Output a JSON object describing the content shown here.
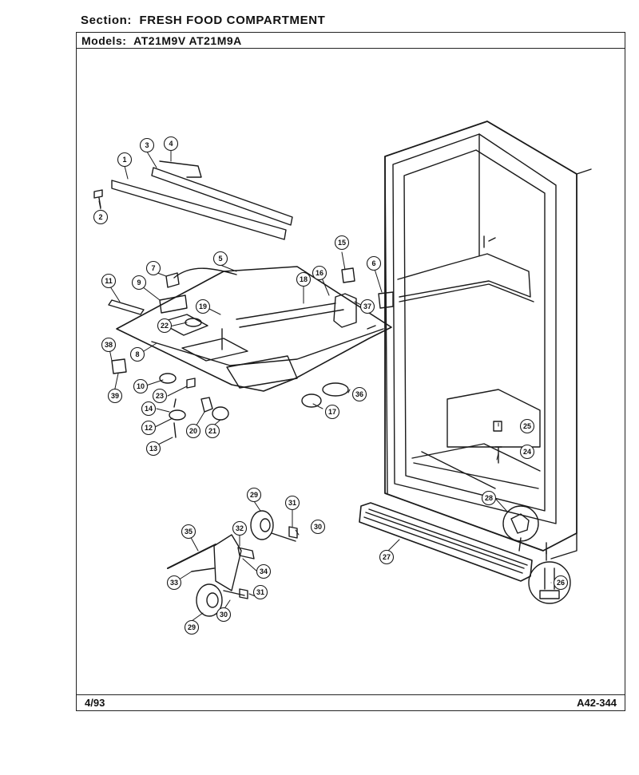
{
  "header": {
    "section_label": "Section:",
    "section_value": "FRESH FOOD COMPARTMENT",
    "models_label": "Models:",
    "models_value": "AT21M9V AT21M9A"
  },
  "footer": {
    "date": "4/93",
    "code": "A42-344"
  },
  "callouts": [
    {
      "id": "c1",
      "text": "1"
    },
    {
      "id": "c2",
      "text": "2"
    },
    {
      "id": "c3",
      "text": "3"
    },
    {
      "id": "c4",
      "text": "4"
    },
    {
      "id": "c5",
      "text": "5"
    },
    {
      "id": "c6",
      "text": "6"
    },
    {
      "id": "c7",
      "text": "7"
    },
    {
      "id": "c8",
      "text": "8"
    },
    {
      "id": "c9",
      "text": "9"
    },
    {
      "id": "c10",
      "text": "10"
    },
    {
      "id": "c11",
      "text": "11"
    },
    {
      "id": "c12",
      "text": "12"
    },
    {
      "id": "c13",
      "text": "13"
    },
    {
      "id": "c14",
      "text": "14"
    },
    {
      "id": "c15",
      "text": "15"
    },
    {
      "id": "c16",
      "text": "16"
    },
    {
      "id": "c17",
      "text": "17"
    },
    {
      "id": "c18",
      "text": "18"
    },
    {
      "id": "c19",
      "text": "19"
    },
    {
      "id": "c20",
      "text": "20"
    },
    {
      "id": "c21",
      "text": "21"
    },
    {
      "id": "c22",
      "text": "22"
    },
    {
      "id": "c23",
      "text": "23"
    },
    {
      "id": "c24",
      "text": "24"
    },
    {
      "id": "c25",
      "text": "25"
    },
    {
      "id": "c26",
      "text": "26"
    },
    {
      "id": "c27",
      "text": "27"
    },
    {
      "id": "c28",
      "text": "28"
    },
    {
      "id": "c29a",
      "text": "29"
    },
    {
      "id": "c29b",
      "text": "29"
    },
    {
      "id": "c30a",
      "text": "30"
    },
    {
      "id": "c30b",
      "text": "30"
    },
    {
      "id": "c31a",
      "text": "31"
    },
    {
      "id": "c31b",
      "text": "31"
    },
    {
      "id": "c32",
      "text": "32"
    },
    {
      "id": "c33",
      "text": "33"
    },
    {
      "id": "c34",
      "text": "34"
    },
    {
      "id": "c35",
      "text": "35"
    },
    {
      "id": "c36",
      "text": "36"
    },
    {
      "id": "c37",
      "text": "37"
    },
    {
      "id": "c38",
      "text": "38"
    },
    {
      "id": "c39",
      "text": "39"
    }
  ]
}
